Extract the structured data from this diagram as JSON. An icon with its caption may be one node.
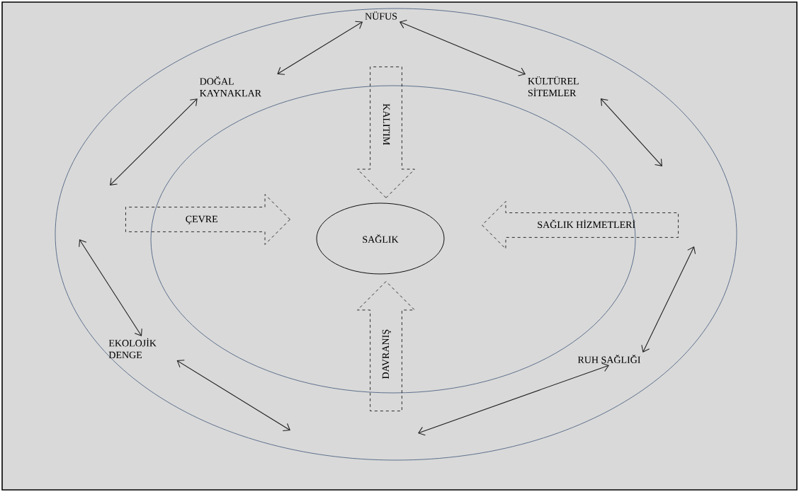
{
  "diagram": {
    "nodes": [
      {
        "text": [],
        "shape": "ellipse"
      },
      {
        "text": [],
        "shape": "ellipse",
        "in": 0
      },
      {
        "text": [
          "SAĞLIK"
        ],
        "in": 1
      },
      {
        "text": [
          "KALITIM"
        ],
        "in": 0
      },
      {
        "text": [
          "ÇEVRE"
        ],
        "in": 0
      },
      {
        "text": [
          "SAĞLIK HİZMETLERİ"
        ],
        "in": 0
      },
      {
        "text": [
          "DAVRANIŞ"
        ],
        "in": 0
      },
      {
        "text": [
          "NÜFUS"
        ],
        "in": 0
      },
      {
        "text": [
          "DOĞAL KAYNAKLAR"
        ],
        "in": 0
      },
      {
        "text": [
          "KÜLTÜREL SİTEMLER"
        ],
        "in": 0
      },
      {
        "text": [
          "EKOLOJİK DENGE"
        ],
        "in": 0
      },
      {
        "text": [
          "RUH SAĞLIĞI"
        ],
        "in": 0
      }
    ],
    "edges": [
      {
        "from": 7,
        "to": 8,
        "arrow": "both"
      },
      {
        "from": 7,
        "to": 9,
        "arrow": "both"
      },
      {
        "from": 8,
        "to": null,
        "arrow": "both"
      },
      {
        "from": null,
        "to": 10,
        "arrow": "both"
      },
      {
        "from": 10,
        "to": null,
        "arrow": "both"
      },
      {
        "from": null,
        "to": 11,
        "arrow": "both"
      },
      {
        "from": 9,
        "to": null,
        "arrow": "both"
      },
      {
        "from": null,
        "to": 11,
        "arrow": "both"
      }
    ]
  }
}
